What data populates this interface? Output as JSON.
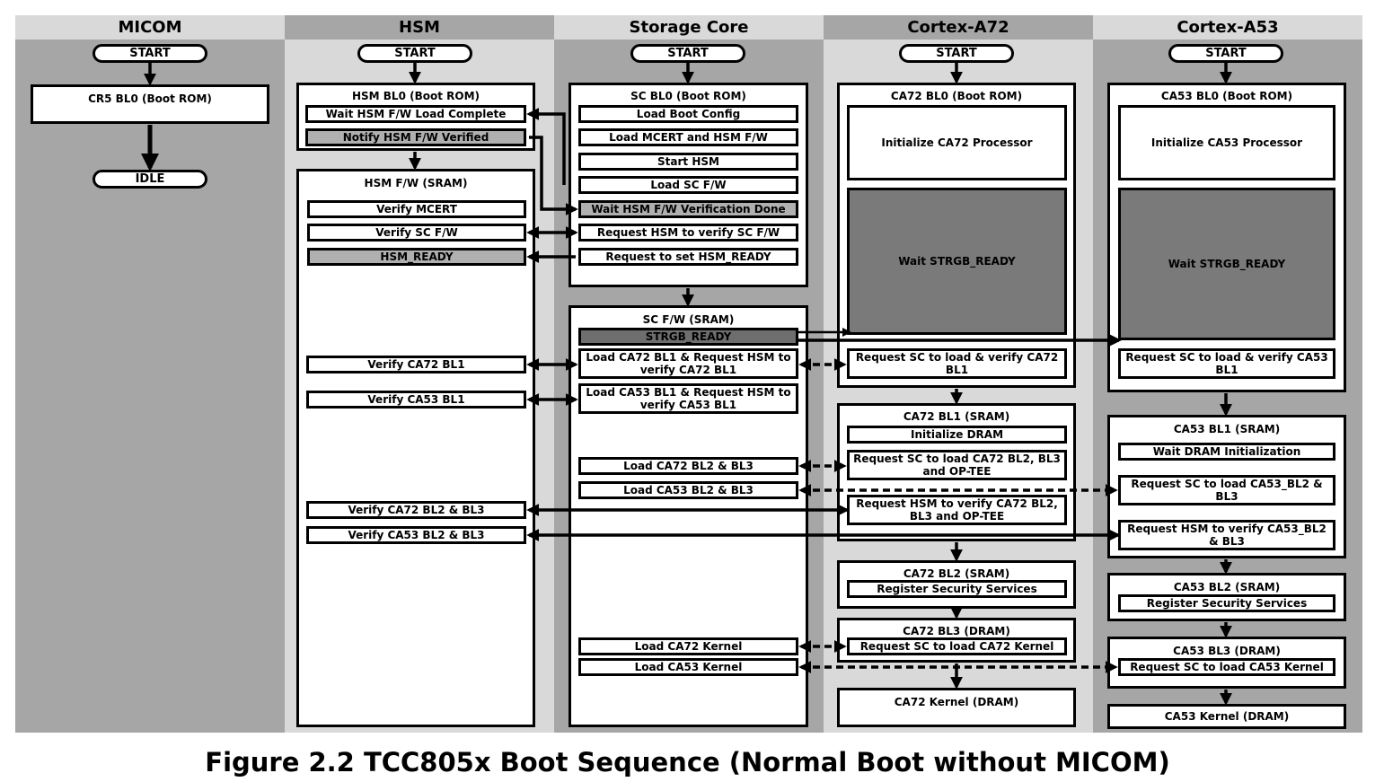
{
  "lanes": {
    "micom": "MICOM",
    "hsm": "HSM",
    "sc": "Storage Core",
    "a72": "Cortex-A72",
    "a53": "Cortex-A53"
  },
  "start_label": "START",
  "idle_label": "IDLE",
  "micom": {
    "cr5": "CR5 BL0 (Boot ROM)"
  },
  "hsm": {
    "bl0_title": "HSM BL0 (Boot ROM)",
    "wait_fw": "Wait HSM F/W Load Complete",
    "notify_fw": "Notify HSM F/W Verified",
    "fw_title": "HSM F/W (SRAM)",
    "verify_mcert": "Verify MCERT",
    "verify_sc": "Verify SC F/W",
    "hsm_ready": "HSM_READY",
    "verify_ca72_bl1": "Verify CA72 BL1",
    "verify_ca53_bl1": "Verify CA53 BL1",
    "verify_ca72_bl23": "Verify CA72 BL2 & BL3",
    "verify_ca53_bl23": "Verify CA53 BL2 & BL3"
  },
  "sc": {
    "bl0_title": "SC BL0 (Boot ROM)",
    "load_boot_config": "Load Boot Config",
    "load_mcert": "Load MCERT and HSM F/W",
    "start_hsm": "Start HSM",
    "load_sc_fw": "Load SC F/W",
    "wait_hsm": "Wait  HSM F/W Verification Done",
    "req_verify_sc": "Request HSM to verify SC F/W",
    "req_set_ready": "Request to set HSM_READY",
    "fw_title": "SC F/W (SRAM)",
    "strgb_ready": "STRGB_READY",
    "load_ca72_bl1": "Load CA72 BL1 & Request HSM to verify CA72 BL1",
    "load_ca53_bl1": "Load CA53 BL1 & Request HSM to verify CA53 BL1",
    "load_ca72_bl23": "Load CA72 BL2 & BL3",
    "load_ca53_bl23": "Load CA53 BL2 & BL3",
    "load_ca72_kernel": "Load CA72 Kernel",
    "load_ca53_kernel": "Load CA53 Kernel"
  },
  "a72": {
    "bl0_title": "CA72 BL0 (Boot ROM)",
    "init_proc": "Initialize CA72 Processor",
    "wait_strgb": "Wait STRGB_READY",
    "req_bl1": "Request SC to load & verify CA72 BL1",
    "bl1_title": "CA72 BL1 (SRAM)",
    "init_dram": "Initialize DRAM",
    "req_load_bl23": "Request SC to load CA72 BL2, BL3 and OP-TEE",
    "req_verify_bl23": "Request HSM to verify CA72 BL2, BL3 and OP-TEE",
    "bl2_title": "CA72 BL2 (SRAM)",
    "register_sec": "Register Security Services",
    "bl3_title": "CA72 BL3 (DRAM)",
    "req_kernel": "Request SC to load CA72 Kernel",
    "kernel": "CA72 Kernel (DRAM)"
  },
  "a53": {
    "bl0_title": "CA53 BL0 (Boot ROM)",
    "init_proc": "Initialize CA53 Processor",
    "wait_strgb": "Wait STRGB_READY",
    "req_bl1": "Request SC to load & verify CA53 BL1",
    "bl1_title": "CA53 BL1 (SRAM)",
    "wait_dram": "Wait DRAM Initialization",
    "req_load_bl23": "Request SC to load CA53_BL2 & BL3",
    "req_verify_bl23": "Request HSM to verify CA53_BL2 & BL3",
    "bl2_title": "CA53 BL2 (SRAM)",
    "register_sec": "Register Security Services",
    "bl3_title": "CA53 BL3 (DRAM)",
    "req_kernel": "Request SC to load CA53 Kernel",
    "kernel": "CA53 Kernel (DRAM)"
  },
  "caption": "Figure 2.2 TCC805x Boot Sequence (Normal Boot without MICOM)"
}
